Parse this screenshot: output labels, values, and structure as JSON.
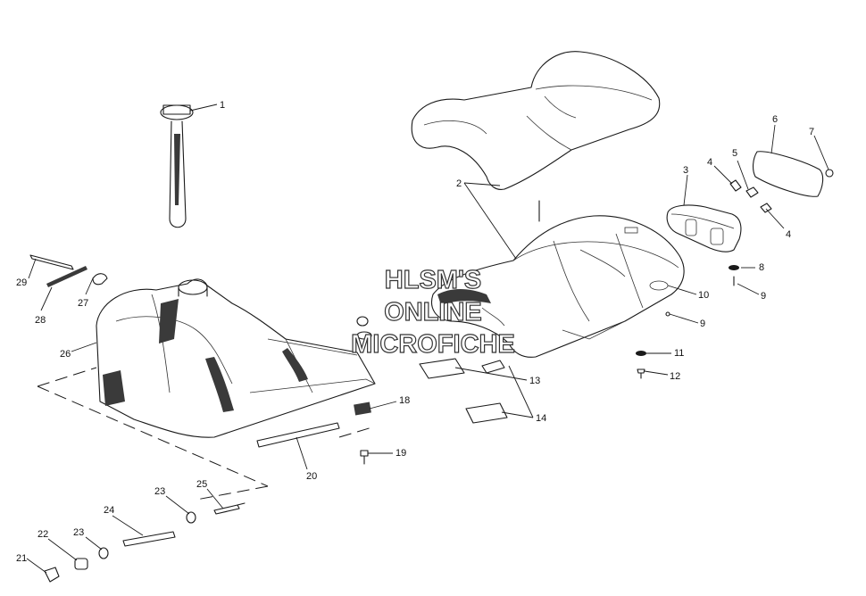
{
  "callouts": [
    "1",
    "2",
    "3",
    "4",
    "5",
    "6",
    "7",
    "4",
    "8",
    "9",
    "10",
    "9",
    "11",
    "12",
    "13",
    "14",
    "18",
    "19",
    "20",
    "21",
    "22",
    "23",
    "24",
    "23",
    "25",
    "26",
    "27",
    "28",
    "29"
  ],
  "watermark": {
    "line1": "HLSM'S",
    "line2": "ONLINE",
    "line3": "MICROFICHE"
  }
}
